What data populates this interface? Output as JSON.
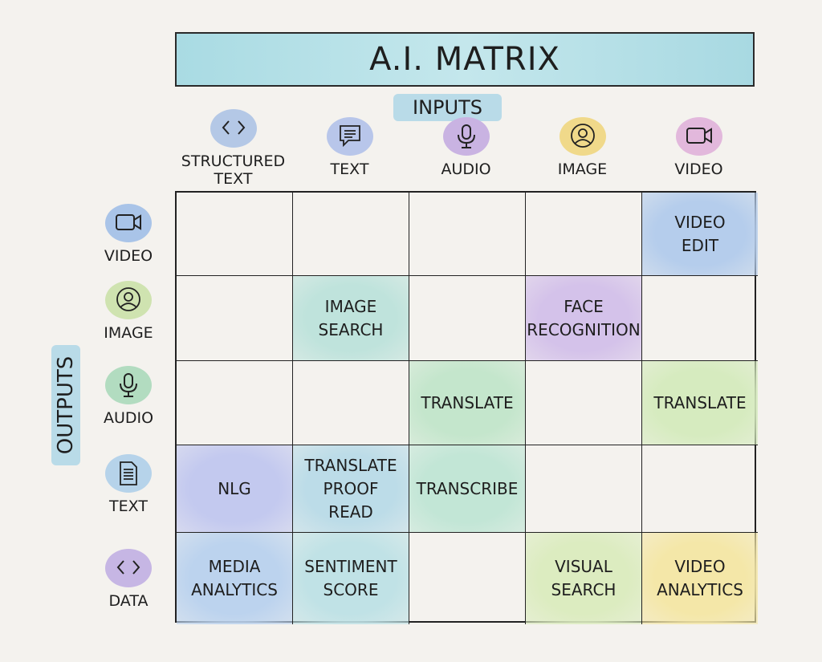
{
  "title": "A.I. MATRIX",
  "inputs_label": "INPUTS",
  "outputs_label": "OUTPUTS",
  "columns": [
    {
      "label": "STRUCTURED\nTEXT",
      "icon": "code-brackets-icon",
      "color": "#b4c8e6"
    },
    {
      "label": "TEXT",
      "icon": "chat-bubble-icon",
      "color": "#b8c6ea"
    },
    {
      "label": "AUDIO",
      "icon": "microphone-icon",
      "color": "#c9b3e2"
    },
    {
      "label": "IMAGE",
      "icon": "person-icon",
      "color": "#f0d98a"
    },
    {
      "label": "VIDEO",
      "icon": "video-camera-icon",
      "color": "#e2b8dc"
    }
  ],
  "rows": [
    {
      "label": "VIDEO",
      "icon": "video-camera-icon",
      "color": "#a9c4e8"
    },
    {
      "label": "IMAGE",
      "icon": "person-icon",
      "color": "#cfe3b0"
    },
    {
      "label": "AUDIO",
      "icon": "microphone-icon",
      "color": "#b2dcc0"
    },
    {
      "label": "TEXT",
      "icon": "document-icon",
      "color": "#b6d3ea"
    },
    {
      "label": "DATA",
      "icon": "code-brackets-icon",
      "color": "#c6b6e4"
    }
  ],
  "cells": [
    [
      "",
      "",
      "",
      "",
      {
        "text": "VIDEO\nEDIT",
        "color": "#b5cdec"
      }
    ],
    [
      "",
      {
        "text": "IMAGE\nSEARCH",
        "color": "#bfe3dc"
      },
      "",
      {
        "text": "FACE\nRECOGNITION",
        "color": "#d4c2ea"
      },
      ""
    ],
    [
      "",
      "",
      {
        "text": "TRANSLATE",
        "color": "#c4e6cc"
      },
      "",
      {
        "text": "TRANSLATE",
        "color": "#d6ebbf"
      }
    ],
    [
      {
        "text": "NLG",
        "color": "#c3c9ef"
      },
      {
        "text": "TRANSLATE\nPROOF\nREAD",
        "color": "#bcdce8"
      },
      {
        "text": "TRANSCRIBE",
        "color": "#c2e6d6"
      },
      "",
      ""
    ],
    [
      {
        "text": "MEDIA\nANALYTICS",
        "color": "#bcd3ee"
      },
      {
        "text": "SENTIMENT\nSCORE",
        "color": "#c0e2e6"
      },
      "",
      {
        "text": "VISUAL\nSEARCH",
        "color": "#dcecc0"
      },
      {
        "text": "VIDEO\nANALYTICS",
        "color": "#f4e7a8"
      }
    ]
  ]
}
